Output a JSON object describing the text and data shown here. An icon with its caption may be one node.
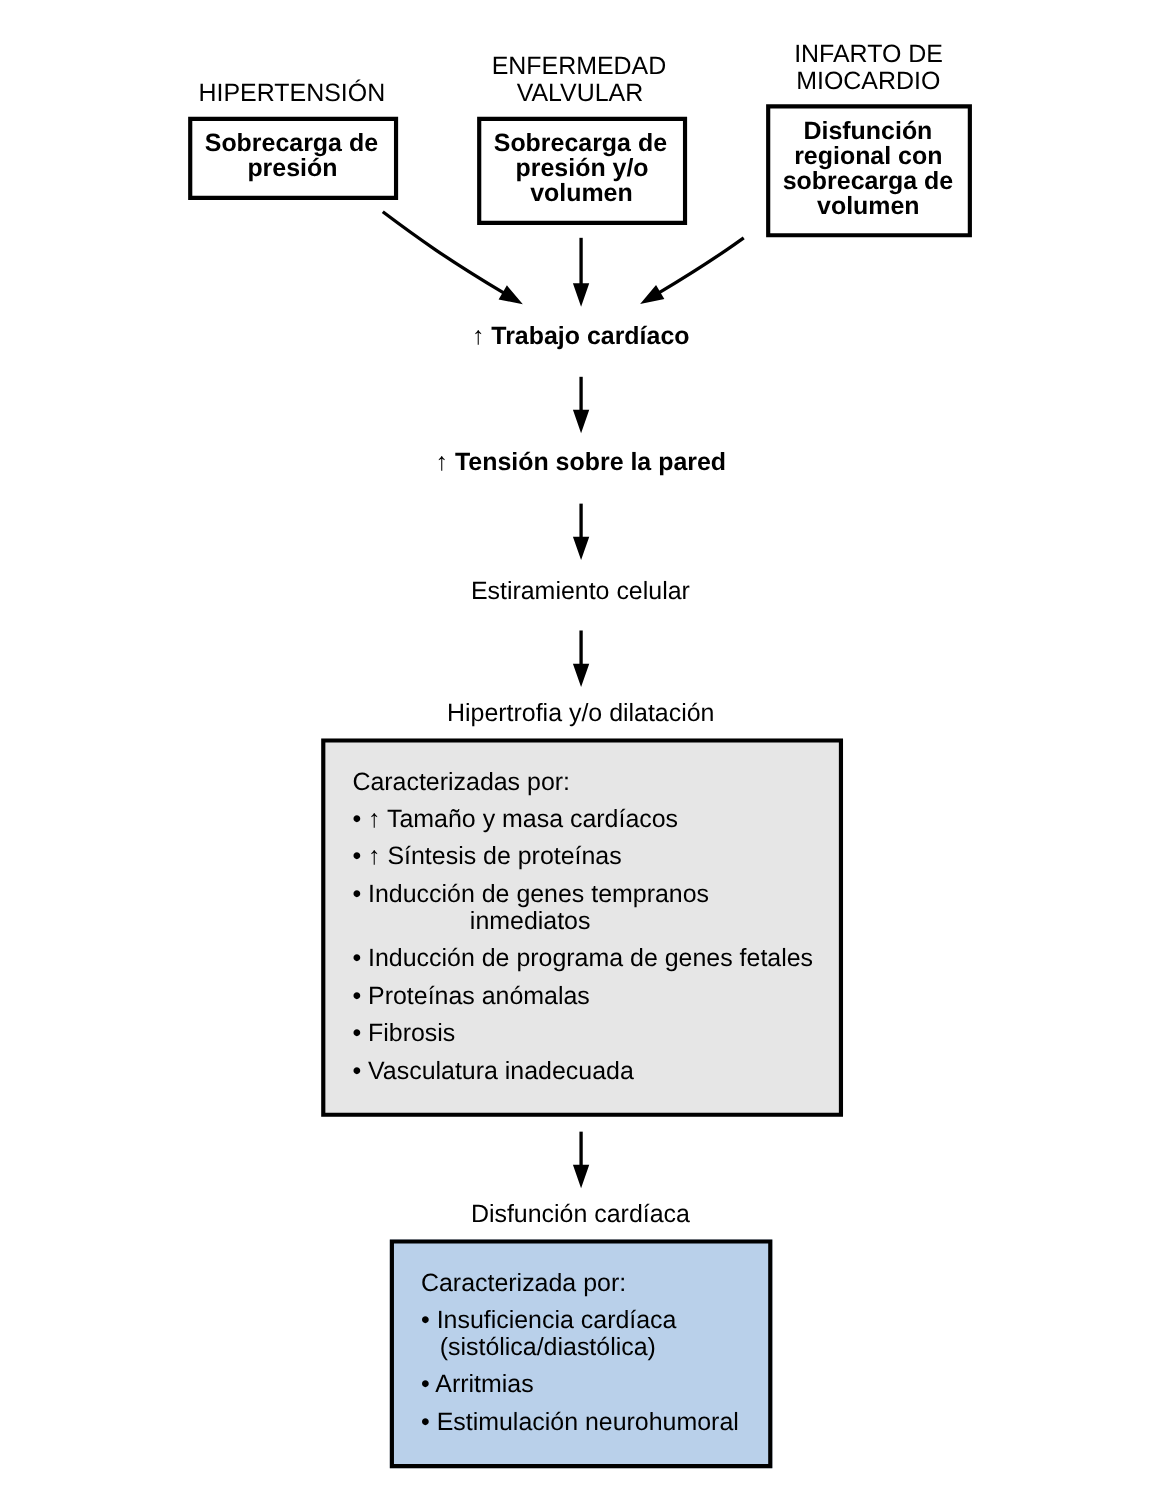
{
  "diagram": {
    "nodes": [
      {
        "text": [
          "HIPERTENSIÓN",
          "Sobrecarga de presión"
        ]
      },
      {
        "text": [
          "ENFERMEDAD VALVULAR",
          "Sobrecarga de presión y/o volumen"
        ]
      },
      {
        "text": [
          "INFARTO DE MIOCARDIO",
          "Disfunción regional con sobrecarga de volumen"
        ]
      },
      {
        "text": [
          "↑ Trabajo cardíaco"
        ]
      },
      {
        "text": [
          "↑ Tensión sobre la pared"
        ]
      },
      {
        "text": [
          "Estiramiento celular"
        ]
      },
      {
        "text": [
          "Hipertrofia y/o dilatación",
          "Caracterizadas por:",
          "• ↑ Tamaño y masa cardíacos",
          "• ↑ Síntesis de proteínas",
          "• Inducción de genes tempranos inmediatos",
          "• Inducción de programa de genes fetales",
          "• Proteínas anómalas",
          "• Fibrosis",
          "• Vasculatura inadecuada"
        ]
      },
      {
        "text": [
          "Disfunción cardíaca",
          "Caracterizada por:",
          "• Insuficiencia cardíaca (sistólica/diastólica)",
          "• Arritmias",
          "• Estimulación neurohumoral"
        ]
      }
    ],
    "edges": [
      {
        "from": 0,
        "to": 3,
        "arrow": "to"
      },
      {
        "from": 1,
        "to": 3,
        "arrow": "to"
      },
      {
        "from": 2,
        "to": 3,
        "arrow": "to"
      },
      {
        "from": 3,
        "to": 4,
        "arrow": "to"
      },
      {
        "from": 4,
        "to": 5,
        "arrow": "to"
      },
      {
        "from": 5,
        "to": 6,
        "arrow": "to"
      },
      {
        "from": 6,
        "to": 7,
        "arrow": "to"
      }
    ]
  }
}
